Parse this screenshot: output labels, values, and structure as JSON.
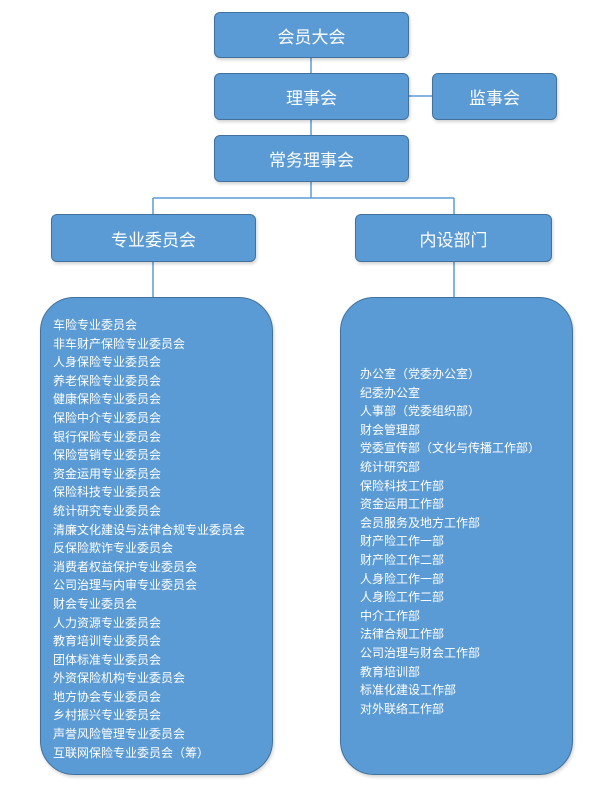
{
  "nodes": {
    "general_assembly": "会员大会",
    "council": "理事会",
    "supervisory_board": "监事会",
    "standing_council": "常务理事会",
    "committees": "专业委员会",
    "departments": "内设部门"
  },
  "committee_list": [
    "车险专业委员会",
    "非车财产保险专业委员会",
    "人身保险专业委员会",
    "养老保险专业委员会",
    "健康保险专业委员会",
    "保险中介专业委员会",
    "银行保险专业委员会",
    "保险营销专业委员会",
    "资金运用专业委员会",
    "保险科技专业委员会",
    "统计研究专业委员会",
    "清廉文化建设与法律合规专业委员会",
    "反保险欺诈专业委员会",
    "消费者权益保护专业委员会",
    "公司治理与内审专业委员会",
    "财会专业委员会",
    "人力资源专业委员会",
    "教育培训专业委员会",
    "团体标准专业委员会",
    "外资保险机构专业委员会",
    "地方协会专业委员会",
    "乡村振兴专业委员会",
    "声誉风险管理专业委员会",
    "互联网保险专业委员会（筹）"
  ],
  "department_list": [
    "办公室（党委办公室）",
    "纪委办公室",
    "人事部（党委组织部）",
    "财会管理部",
    "党委宣传部（文化与传播工作部）",
    "统计研究部",
    "保险科技工作部",
    "资金运用工作部",
    "会员服务及地方工作部",
    "财产险工作一部",
    "财产险工作二部",
    "人身险工作一部",
    "人身险工作二部",
    "中介工作部",
    "法律合规工作部",
    "公司治理与财会工作部",
    "教育培训部",
    "标准化建设工作部",
    "对外联络工作部"
  ],
  "colors": {
    "box_fill": "#5b9bd5",
    "box_border": "#41719c",
    "connector": "#5b9bd5"
  }
}
